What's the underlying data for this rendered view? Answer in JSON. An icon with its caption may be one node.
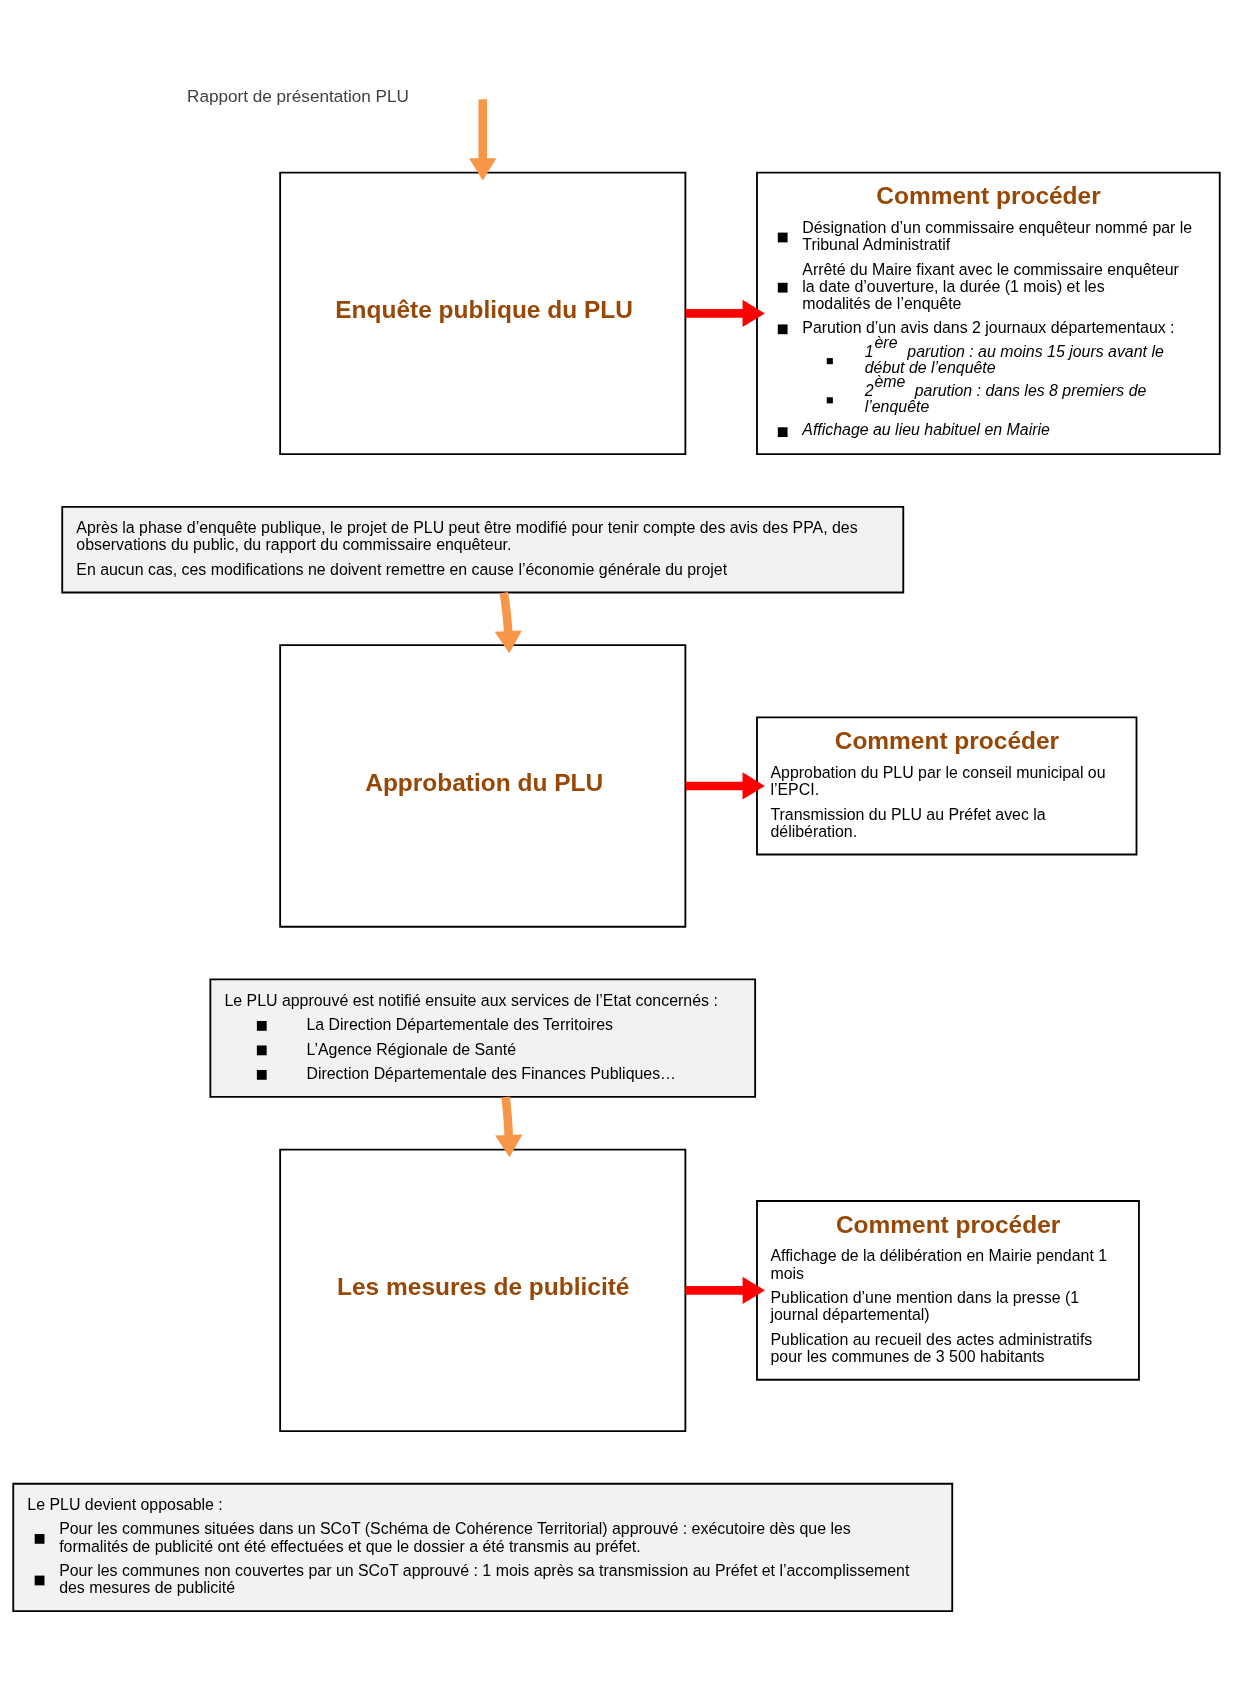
{
  "diagram": {
    "nodes": [
      {
        "text": [
          "Enquête publique du PLU"
        ]
      },
      {
        "text": [
          "Comment procéder",
          "Désignation d’un commissaire enquêteur nommé par le Tribunal Administratif",
          "Arrêté du Maire fixant avec le commissaire enquêteur la date d’ouverture, la durée (1 mois) et les modalités de l’enquête",
          "Parution d’un avis dans 2 journaux départementaux :",
          "1$^{ère}$ parution : au moins 15 jours avant le début de l’enquête",
          "2$^{ème}$ parution : dans les 8 premiers de l’enquête",
          "Affichage au lieu habituel en Mairie"
        ]
      },
      {
        "text": [
          "Après la phase d’enquête publique, le projet de PLU peut être modifié pour tenir compte des avis des PPA, des observations du public, du rapport du commissaire enquêteur.",
          "En aucun cas, ces modifications ne doivent remettre en cause l’économie générale du projet"
        ]
      },
      {
        "text": [
          "Approbation du PLU"
        ]
      },
      {
        "text": [
          "Comment procéder",
          "Approbation du PLU par le conseil municipal ou l’EPCI.",
          "Transmission du PLU au Préfet avec la délibération."
        ]
      },
      {
        "text": [
          "Le PLU approuvé est notifié ensuite aux services de l’Etat concernés :",
          "La Direction Départementale des Territoires",
          "L’Agence Régionale de Santé",
          "Direction Départementale des Finances Publiques…"
        ]
      },
      {
        "text": [
          "Les mesures de publicité"
        ]
      },
      {
        "text": [
          "Comment procéder",
          "Affichage de la délibération en Mairie pendant 1 mois",
          "Publication d’une mention dans la presse (1 journal départemental)",
          "Publication au recueil des actes administratifs pour les communes de 3 500 habitants"
        ]
      },
      {
        "text": [
          "Le PLU devient opposable :",
          "Pour les communes situées dans un SCoT (Schéma de Cohérence Territorial) approuvé : exécutoire dès que les formalités de publicité ont été effectuées et que le dossier a été transmis au préfet.",
          "Pour les communes non couvertes par un SCoT approuvé : 1 mois après sa transmission au Préfet et l’accomplissement des mesures de publicité"
        ]
      }
    ],
    "edges": [
      {
        "from": null,
        "to": 0,
        "arrow": "to",
        "color": "#f79646"
      },
      {
        "from": 0,
        "to": 1,
        "arrow": "to",
        "color": "#ff0000"
      },
      {
        "from": 2,
        "to": 3,
        "arrow": "to",
        "color": "#f79646"
      },
      {
        "from": 3,
        "to": 4,
        "arrow": "to",
        "color": "#ff0000"
      },
      {
        "from": 5,
        "to": 6,
        "arrow": "to",
        "color": "#f79646"
      },
      {
        "from": 6,
        "to": 7,
        "arrow": "to",
        "color": "#ff0000"
      }
    ],
    "labels": [
      "Rapport de présentation PLU"
    ]
  }
}
